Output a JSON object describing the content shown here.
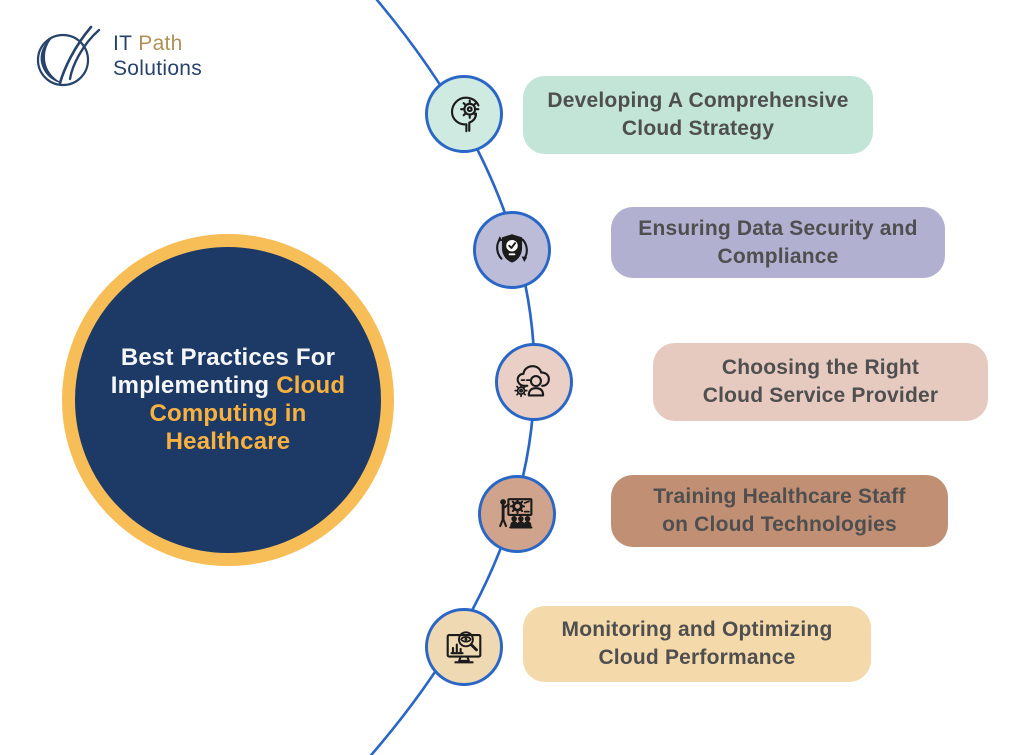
{
  "brand": {
    "word_it": "IT",
    "word_path": "Path",
    "word_solutions": "Solutions",
    "navy": "#27436b",
    "gold": "#b09156"
  },
  "connector_color": "#2a66c6",
  "center": {
    "line1": "Best Practices For",
    "line2_white": "Implementing",
    "line2_accent": "Cloud",
    "line3": "Computing in",
    "line4": "Healthcare",
    "bg_color": "#1d3a66",
    "ring_color": "#f7bd57",
    "accent_color": "#f8b13f"
  },
  "label_text_color": "#4f4f4f",
  "items": [
    {
      "icon": "head-gear-icon",
      "line1": "Developing A Comprehensive",
      "line2": "Cloud Strategy",
      "pill_color": "#c2e5d8",
      "circle_color": "#cfeae0"
    },
    {
      "icon": "shield-check-sync-icon",
      "line1": "Ensuring Data Security and",
      "line2": "Compliance",
      "pill_color": "#b1b0d0",
      "circle_color": "#bcbcd8"
    },
    {
      "icon": "cloud-user-gear-icon",
      "line1": "Choosing the Right",
      "line2": "Cloud Service Provider",
      "pill_color": "#e6cabf",
      "circle_color": "#eacfc6"
    },
    {
      "icon": "trainer-presentation-icon",
      "line1": "Training Healthcare Staff",
      "line2": "on Cloud Technologies",
      "pill_color": "#c18f73",
      "circle_color": "#d0a48c"
    },
    {
      "icon": "monitor-magnifier-icon",
      "line1": "Monitoring and Optimizing",
      "line2": "Cloud Performance",
      "pill_color": "#f4d9aa",
      "circle_color": "#efd9b3"
    }
  ]
}
